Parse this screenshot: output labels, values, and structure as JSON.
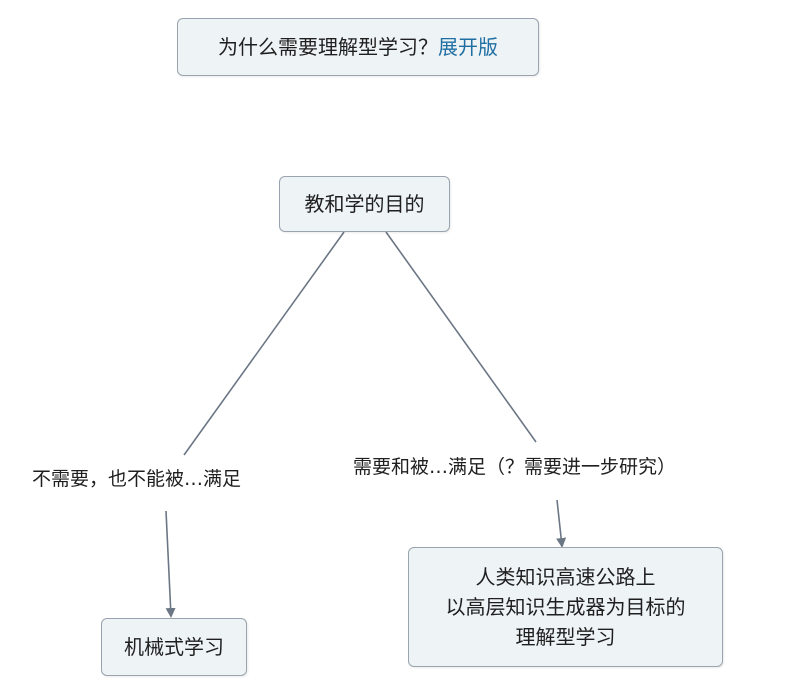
{
  "title_node": {
    "text": "为什么需要理解型学习？",
    "link": "展开版"
  },
  "root_node": {
    "text": "教和学的目的"
  },
  "left_label": {
    "text": "不需要，也不能被…满足"
  },
  "right_label": {
    "text": "需要和被…满足（？需要进一步研究）"
  },
  "left_leaf": {
    "text": "机械式学习"
  },
  "right_leaf": {
    "line1": "人类知识高速公路上",
    "line2": "以高层知识生成器为目标的",
    "line3": "理解型学习"
  },
  "colors": {
    "line": "#6b7785",
    "node_fill": "#eef3f6",
    "node_border": "#9aa4ae",
    "link": "#1f6fa3"
  }
}
